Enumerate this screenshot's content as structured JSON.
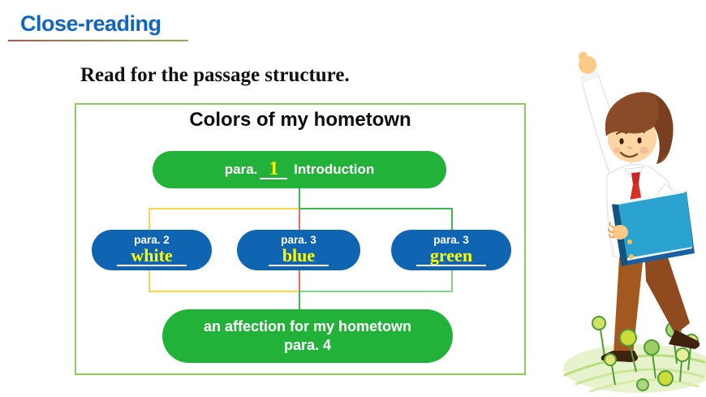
{
  "header": {
    "label": "Close-reading"
  },
  "title": "Read for the passage structure.",
  "diagram": {
    "title": "Colors of my hometown",
    "intro": {
      "prefix": "para.",
      "answer": "1",
      "label": "Introduction"
    },
    "color_nodes": [
      {
        "para": "para. 2",
        "answer": "white"
      },
      {
        "para": "para. 3",
        "answer": "blue"
      },
      {
        "para": "para. 3",
        "answer": "green"
      }
    ],
    "conclusion": {
      "line1": "an affection for my hometown",
      "line2": "para. 4"
    }
  },
  "colors": {
    "header_blue": "#1065c0",
    "rule_red": "#b8524a",
    "rule_green": "#86b94e",
    "box_border": "#92c95e",
    "green_pill": "#23b239",
    "blue_pill": "#1065b2",
    "answer_yellow": "#ffff00",
    "connector_yellow": "#ffd34d",
    "connector_red": "#f2645f",
    "connector_green": "#3cb94f",
    "connector_light_green": "#82d38e"
  },
  "illustration": {
    "name": "man raising hand holding book on grass"
  }
}
